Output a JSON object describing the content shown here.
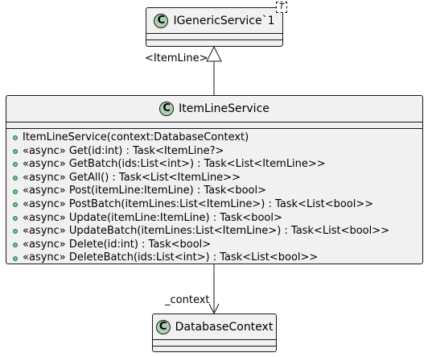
{
  "classes": {
    "generic": {
      "stereotype_letter": "C",
      "name": "IGenericService`1",
      "type_param": "T"
    },
    "service": {
      "stereotype_letter": "C",
      "name": "ItemLineService",
      "methods": [
        "ItemLineService(context:DatabaseContext)",
        "«async» Get(id:int) : Task<ItemLine?>",
        "«async» GetBatch(ids:List<int>) : Task<List<ItemLine>>",
        "«async» GetAll() : Task<List<ItemLine>>",
        "«async» Post(itemLine:ItemLine) : Task<bool>",
        "«async» PostBatch(itemLines:List<ItemLine>) : Task<List<bool>>",
        "«async» Update(itemLine:ItemLine) : Task<bool>",
        "«async» UpdateBatch(itemLines:List<ItemLine>) : Task<List<bool>>",
        "«async» Delete(id:int) : Task<bool>",
        "«async» DeleteBatch(ids:List<int>) : Task<List<bool>>"
      ]
    },
    "context": {
      "stereotype_letter": "C",
      "name": "DatabaseContext"
    }
  },
  "relations": {
    "inheritance_label": "<ItemLine>",
    "association_label": "_context"
  },
  "colors": {
    "box_fill": "#f1f1f1",
    "border": "#181818",
    "class_badge": "#add1b2",
    "public_dot": "#84be84"
  }
}
